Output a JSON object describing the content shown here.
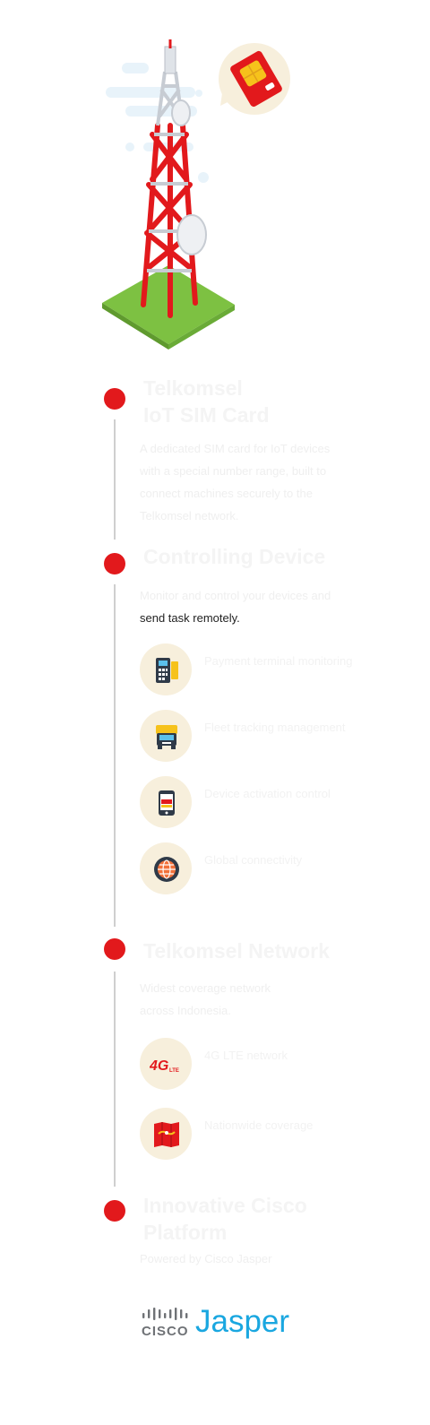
{
  "sections": [
    {
      "title": "Telkomsel IoT SIM Card",
      "body": "A dedicated SIM card for IoT devices with a special number range, built to connect machines securely to the Telkomsel network."
    },
    {
      "title": "Controlling Device",
      "body_hidden": "Monitor and control your devices and",
      "body_visible": "send task remotely.",
      "features": [
        {
          "icon": "pos-terminal-icon",
          "label": "Payment terminal monitoring"
        },
        {
          "icon": "truck-icon",
          "label": "Fleet tracking management"
        },
        {
          "icon": "smartphone-icon",
          "label": "Device activation control"
        },
        {
          "icon": "globe-icon",
          "label": "Global connectivity"
        }
      ]
    },
    {
      "title": "Telkomsel Network",
      "body": "Widest coverage network across Indonesia.",
      "features": [
        {
          "icon": "4g-lte-icon",
          "label": "4G LTE network"
        },
        {
          "icon": "map-icon",
          "label": "Nationwide coverage"
        }
      ]
    },
    {
      "title": "Innovative Cisco Platform",
      "body": "Powered by Cisco Jasper"
    }
  ],
  "logo": {
    "cisco": "CISCO",
    "jasper": "Jasper"
  },
  "colors": {
    "accent_red": "#e2191c",
    "jasper_blue": "#1aa7e0",
    "icon_bg": "#f7efdc"
  }
}
